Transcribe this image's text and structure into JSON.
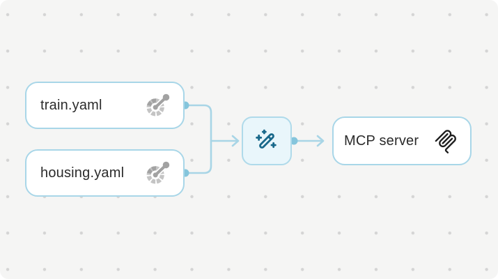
{
  "diagram": {
    "nodes": {
      "train": {
        "label": "train.yaml",
        "type": "file",
        "icon": "dial-wheel-icon"
      },
      "housing": {
        "label": "housing.yaml",
        "type": "file",
        "icon": "dial-wheel-icon"
      },
      "transform": {
        "type": "action",
        "icon": "magic-wand-icon"
      },
      "server": {
        "label": "MCP server",
        "type": "output",
        "icon": "mcp-logo-icon"
      }
    },
    "edges": [
      {
        "from": "train",
        "to": "transform"
      },
      {
        "from": "housing",
        "to": "transform"
      },
      {
        "from": "transform",
        "to": "server"
      }
    ]
  },
  "theme": {
    "canvas_bg": "#f5f5f4",
    "dot_color": "#d4d4d4",
    "node_border": "#a8d6e8",
    "node_bg": "#ffffff",
    "action_bg": "#e9f6fb",
    "action_border": "#afdaea",
    "connector": "#a8d5e6",
    "port": "#85c5dc",
    "wand_stroke": "#19688a",
    "text_color": "#2b2b2b",
    "wheel_light": "#c4c4c4",
    "wheel_dark": "#a2a2a2",
    "mcp_icon": "#1e1e1e"
  }
}
